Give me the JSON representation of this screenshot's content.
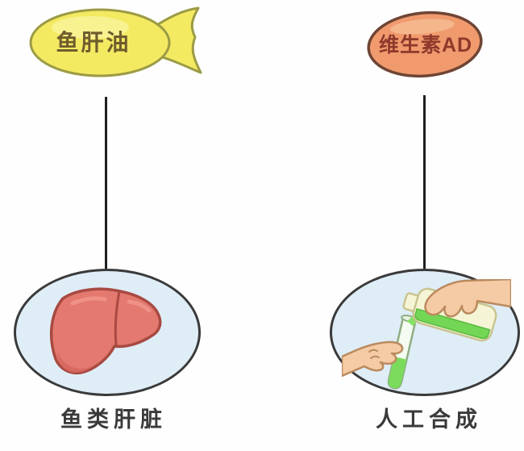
{
  "diagram": {
    "title_hint": "fish-liver-oil vs synthetic vitamin AD comparison",
    "left_branch": {
      "source_label": "鱼肝油",
      "source_shape": "fish-balloon",
      "illustration": "liver-illustration",
      "target_label": "鱼类肝脏"
    },
    "right_branch": {
      "source_label": "维生素AD",
      "source_shape": "pill-oval",
      "illustration": "pouring-synthesis-illustration",
      "target_label": "人工合成"
    },
    "colors": {
      "background": "#fefefe",
      "fish_fill": "#f3ea62",
      "fish_highlight": "#faf4a2",
      "fish_outline": "#9c9b45",
      "fish_text": "#6f5c2e",
      "pill_fill": "#f09a6e",
      "pill_highlight": "#f6bb92",
      "pill_outline": "#6e4434",
      "pill_text": "#8e392b",
      "connector_line": "#1f1f1f",
      "bubble_fill": "#dfedf7",
      "bubble_outline": "#3a3a3a",
      "caption_text": "#3a3a3a",
      "liver_fill": "#e3796f",
      "liver_shade": "#d4655e",
      "liver_outline": "#a84a42",
      "liquid_green": "#7bdb5c",
      "bottle_cream": "#f5f5d6",
      "skin_tone": "#f4cba4"
    }
  }
}
